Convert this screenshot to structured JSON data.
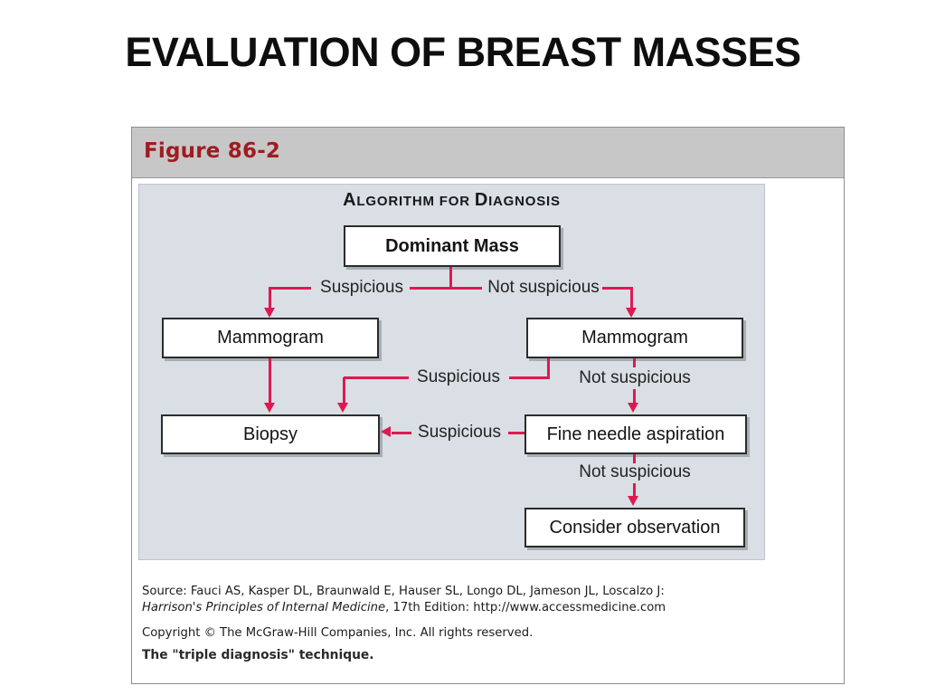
{
  "slide": {
    "title": "EVALUATION OF BREAST MASSES"
  },
  "figure": {
    "label": "Figure 86-2",
    "chart_title": {
      "a_big": "A",
      "a_small": "LGORITHM",
      "for_small": " FOR ",
      "d_big": "D",
      "d_small": "IAGNOSIS"
    },
    "nodes": {
      "dominant": "Dominant Mass",
      "mammogram_left": "Mammogram",
      "mammogram_right": "Mammogram",
      "biopsy": "Biopsy",
      "fna": "Fine needle aspiration",
      "observe": "Consider observation"
    },
    "edge_labels": {
      "suspicious_1": "Suspicious",
      "not_suspicious_1": "Not suspicious",
      "suspicious_2": "Suspicious",
      "not_suspicious_2": "Not suspicious",
      "suspicious_3": "Suspicious",
      "not_suspicious_3": "Not suspicious"
    },
    "source_line1": "Source: Fauci AS, Kasper DL, Braunwald E, Hauser SL, Longo DL, Jameson JL, Loscalzo J:",
    "source_line2_italic": "Harrison's Principles of Internal Medicine",
    "source_line2_rest": ", 17th Edition: http://www.accessmedicine.com",
    "copyright": "Copyright © The McGraw-Hill Companies, Inc. All rights reserved.",
    "caption": "The \"triple diagnosis\" technique.",
    "colors": {
      "arrow_red": "#de1951",
      "figure_label_red": "#9f1c20",
      "chart_background": "#d9dfe4",
      "header_gray": "#c7c7c7"
    }
  }
}
